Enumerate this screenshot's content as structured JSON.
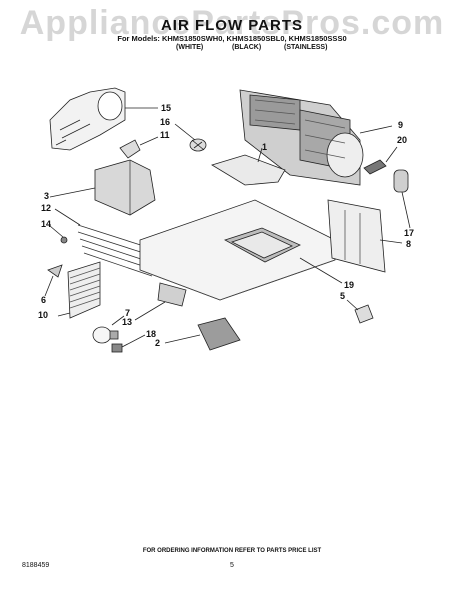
{
  "watermark": "AppliancePartsPros.com",
  "header": {
    "title": "AIR FLOW PARTS",
    "models_line": "For Models: KHMS1850SWH0, KHMS1850SBL0, KHMS1850SSS0",
    "color_white": "(WHITE)",
    "color_black": "(BLACK)",
    "color_stainless": "(STAINLESS)"
  },
  "callouts": {
    "c15": "15",
    "c16": "16",
    "c11": "11",
    "c1": "1",
    "c9": "9",
    "c20": "20",
    "c3": "3",
    "c12": "12",
    "c14": "14",
    "c17": "17",
    "c8": "8",
    "c19": "19",
    "c6": "6",
    "c10": "10",
    "c7": "7",
    "c13": "13",
    "c18": "18",
    "c2": "2",
    "c5": "5"
  },
  "footer": {
    "ordering_note": "FOR ORDERING INFORMATION REFER TO PARTS PRICE LIST",
    "doc_number": "8188459",
    "page_number": "5"
  }
}
